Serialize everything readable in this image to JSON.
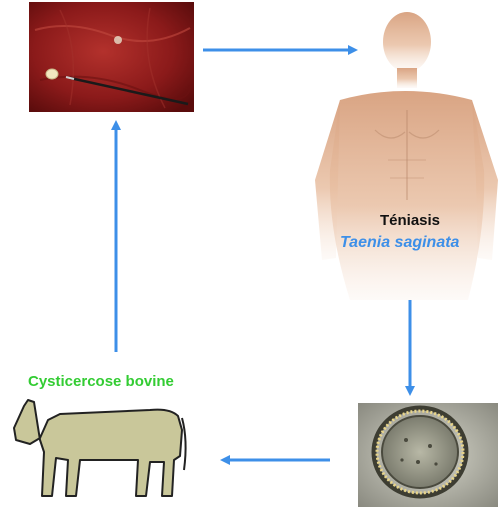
{
  "labels": {
    "human_title": "Téniasis",
    "human_species": "Taenia saginata",
    "cow_label": "Cysticercose bovine"
  },
  "icons": {
    "meat": "infected-beef-meat-icon",
    "human": "human-torso-icon",
    "egg": "taenia-egg-microscopy-icon",
    "cow": "cow-icon"
  },
  "colors": {
    "arrow": "#3d8fe8",
    "species": "#3d8fe8",
    "cow_label": "#33cc33",
    "cow_body": "#c9c79a",
    "meat": "#8b1a1a"
  }
}
